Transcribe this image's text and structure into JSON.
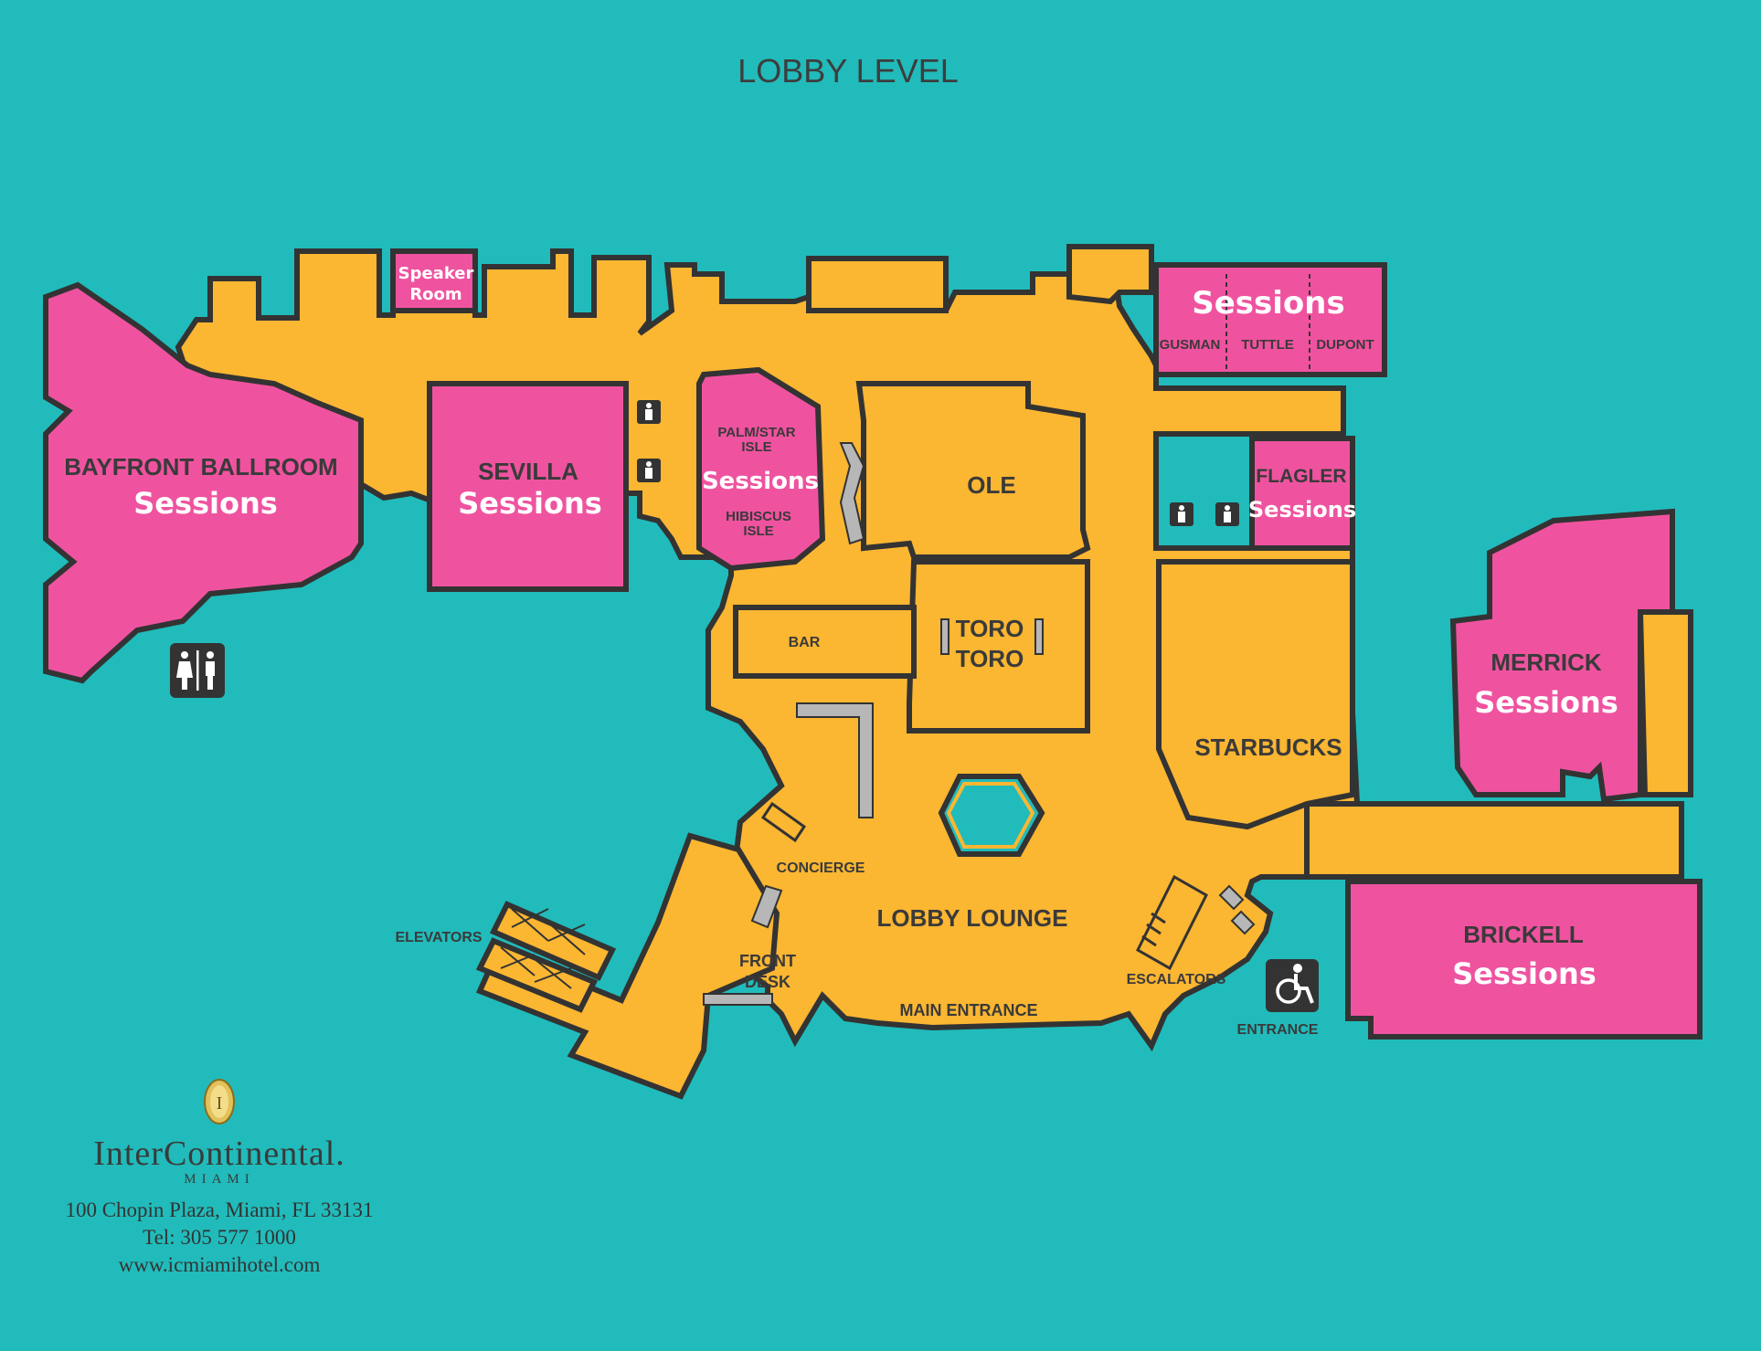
{
  "title": "LOBBY LEVEL",
  "colors": {
    "background": "#21bbbb",
    "corridor": "#fbb632",
    "session_room": "#ef539f",
    "outline": "#333333",
    "pool": "#21bbbb"
  },
  "rooms": {
    "bayfront": {
      "name": "BAYFRONT BALLROOM",
      "tag": "Sessions"
    },
    "sevilla": {
      "name": "SEVILLA",
      "tag": "Sessions"
    },
    "speaker": {
      "line1": "Speaker",
      "line2": "Room"
    },
    "palm": {
      "line1": "PALM/STAR",
      "line2": "ISLE",
      "tag": "Sessions",
      "line3": "HIBISCUS",
      "line4": "ISLE"
    },
    "gusman_group": {
      "tag": "Sessions",
      "sub1": "GUSMAN",
      "sub2": "TUTTLE",
      "sub3": "DUPONT"
    },
    "flagler": {
      "name": "FLAGLER",
      "tag": "Sessions"
    },
    "merrick": {
      "name": "MERRICK",
      "tag": "Sessions"
    },
    "brickell": {
      "name": "BRICKELL",
      "tag": "Sessions"
    },
    "ole": {
      "name": "OLE"
    },
    "toro": {
      "line1": "TORO",
      "line2": "TORO"
    },
    "bar": {
      "name": "BAR"
    },
    "starbucks": {
      "name": "STARBUCKS"
    },
    "lobby_lounge": {
      "name": "LOBBY LOUNGE"
    }
  },
  "labels": {
    "elevators": "ELEVATORS",
    "concierge": "CONCIERGE",
    "front_desk_1": "FRONT",
    "front_desk_2": "DESK",
    "main_entrance": "MAIN ENTRANCE",
    "escalators": "ESCALATORS",
    "entrance": "ENTRANCE"
  },
  "icons": [
    "restroom-icon",
    "mens-restroom-icon",
    "wheelchair-icon",
    "intercontinental-emblem-icon"
  ],
  "brand": {
    "name": "InterContinental.",
    "city": "MIAMI",
    "address": "100 Chopin Plaza, Miami, FL 33131",
    "tel": "Tel: 305 577 1000",
    "web": "www.icmiamihotel.com"
  }
}
